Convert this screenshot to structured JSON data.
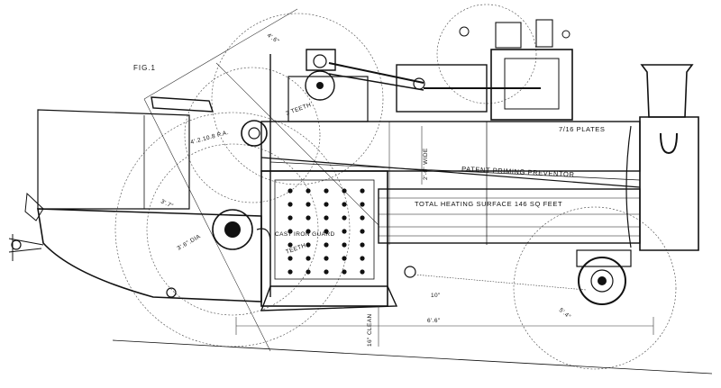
{
  "figure": {
    "fig_label": "FIG.1",
    "labels": {
      "plates": "7/16 PLATES",
      "wide": "2'-6\" WIDE",
      "priming": "PATENT PRIMING PREVENTOR",
      "heating": "TOTAL HEATING SURFACE 146 SQ FEET",
      "guard": "CAST IRON GUARD",
      "dia": "3'.6\".DIA",
      "clean": "16\" CLEAN",
      "span": "6'.6\"",
      "top_dim": "4'.6\"",
      "r1": "4'.2.10.8 P.A.",
      "r2": "3'.7\"",
      "r3": "5'.4\"",
      "r4": "10\"",
      "tkn1": "3 TEETH",
      "tkn2": "TEETH"
    }
  }
}
